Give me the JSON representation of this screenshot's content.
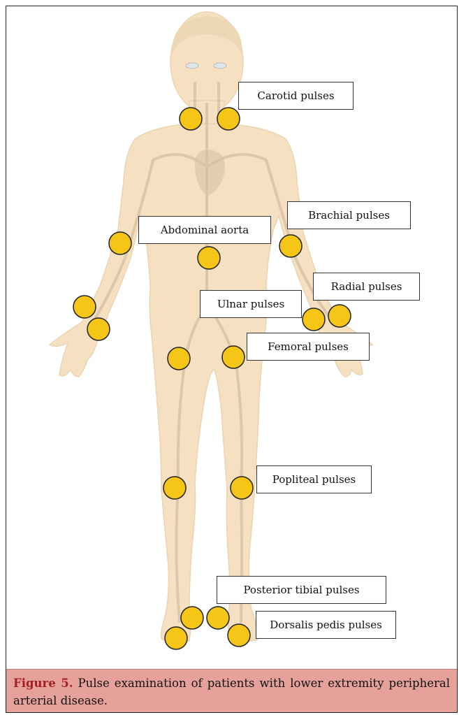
{
  "colors": {
    "pulse_fill": "#f5c518",
    "pulse_stroke": "#222222",
    "skin": "#f5dfbe",
    "vessel": "#c9b39a",
    "caption_bg": "#e6a29a",
    "caption_label": "#a61e22"
  },
  "figure": {
    "labels": {
      "carotid": "Carotid pulses",
      "brachial": "Brachial pulses",
      "abdominal_aorta": "Abdominal aorta",
      "radial": "Radial pulses",
      "ulnar": "Ulnar pulses",
      "femoral": "Femoral pulses",
      "popliteal": "Popliteal pulses",
      "posterior_tibial": "Posterior tibial pulses",
      "dorsalis_pedis": "Dorsalis pedis pulses"
    }
  },
  "caption": {
    "label": "Figure 5.",
    "text": " Pulse examination of patients with lower extremity peripheral arterial disease."
  }
}
